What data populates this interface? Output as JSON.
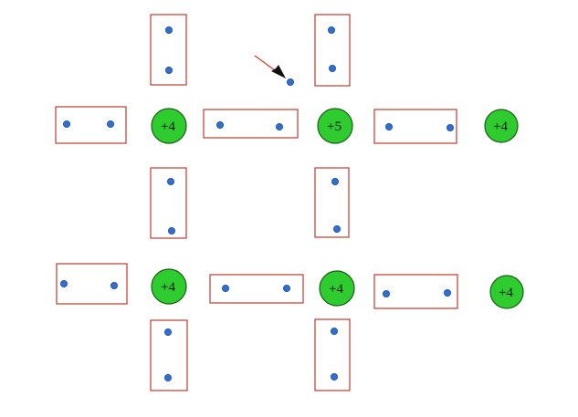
{
  "diagram": {
    "colors": {
      "background": "#ffffff",
      "bond_box_stroke": "#c0392b",
      "electron_fill": "#2f6fd0",
      "electron_stroke": "#1f4f9a",
      "atom_fill": "#2ecc2e",
      "atom_stroke": "#1a5e1a",
      "arrow_line": "#e03020",
      "arrow_head": "#111111",
      "label_color": "#111111"
    },
    "atoms": [
      {
        "id": "atom-r1c1",
        "label": "+4"
      },
      {
        "id": "atom-r1c2",
        "label": "+5"
      },
      {
        "id": "atom-r1c3",
        "label": "+4"
      },
      {
        "id": "atom-r2c1",
        "label": "+4"
      },
      {
        "id": "atom-r2c2",
        "label": "+4"
      },
      {
        "id": "atom-r2c3",
        "label": "+4"
      }
    ],
    "free_electron": {
      "indicated_by": "arrow-icon"
    }
  }
}
